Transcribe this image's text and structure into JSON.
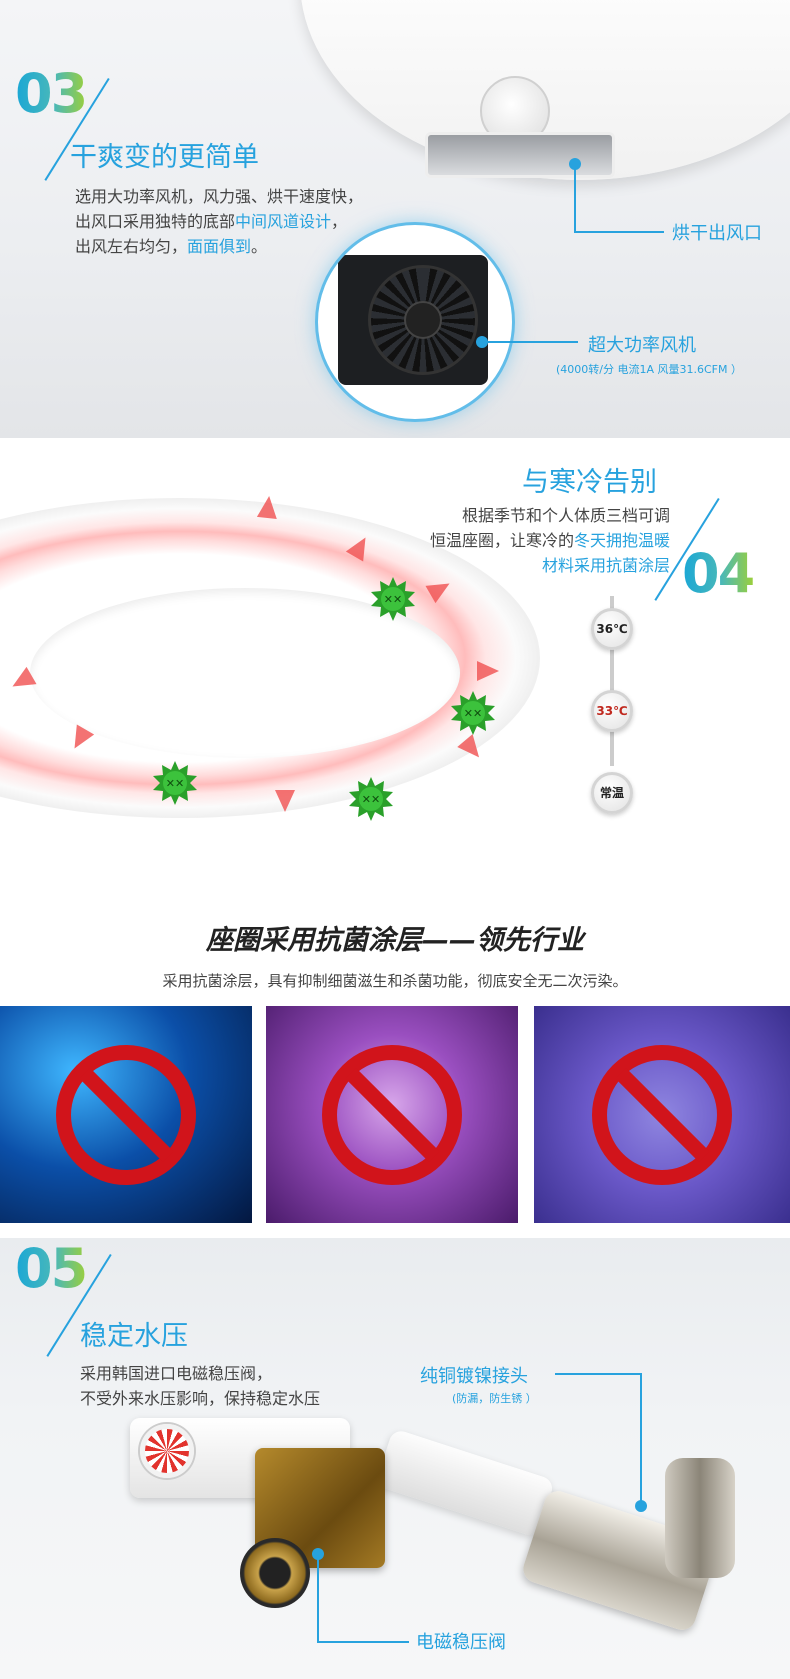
{
  "sec03": {
    "num": "03",
    "title": "干爽变的更简单",
    "desc_line1": "选用大功率风机，风力强、烘干速度快，",
    "desc_line2a": "出风口采用独特的底部",
    "desc_line2b": "中间风道设计",
    "desc_line2c": "，",
    "desc_line3a": "出风左右均匀，",
    "desc_line3b": "面面俱到",
    "desc_line3c": "。",
    "callout_outlet": "烘干出风口",
    "callout_fan": "超大功率风机",
    "callout_fan_spec": "(4000转/分 电流1A 风量31.6CFM ）"
  },
  "sec04": {
    "num": "04",
    "title": "与寒冷告别",
    "desc_line1": "根据季节和个人体质三档可调",
    "desc_line2a": "恒温座圈，让寒冷的",
    "desc_line2b": "冬天拥抱温暖",
    "desc_line3": "材料采用抗菌涂层",
    "temps": [
      "36℃",
      "33℃",
      "常温"
    ]
  },
  "anti": {
    "title": "座圈采用抗菌涂层——领先行业",
    "subtitle": "采用抗菌涂层，具有抑制细菌滋生和杀菌功能，彻底安全无二次污染。"
  },
  "sec05": {
    "num": "05",
    "title": "稳定水压",
    "desc_line1": "采用韩国进口电磁稳压阀，",
    "desc_line2": "不受外来水压影响，保持稳定水压",
    "callout_joint": "纯铜镀镍接头",
    "callout_joint_sub": "(防漏，防生锈 ）",
    "callout_valve": "电磁稳压阀"
  },
  "colors": {
    "accent": "#27a2de",
    "stop": "#d1141b",
    "heat": "#f05050",
    "germ": "#2aa02a"
  }
}
